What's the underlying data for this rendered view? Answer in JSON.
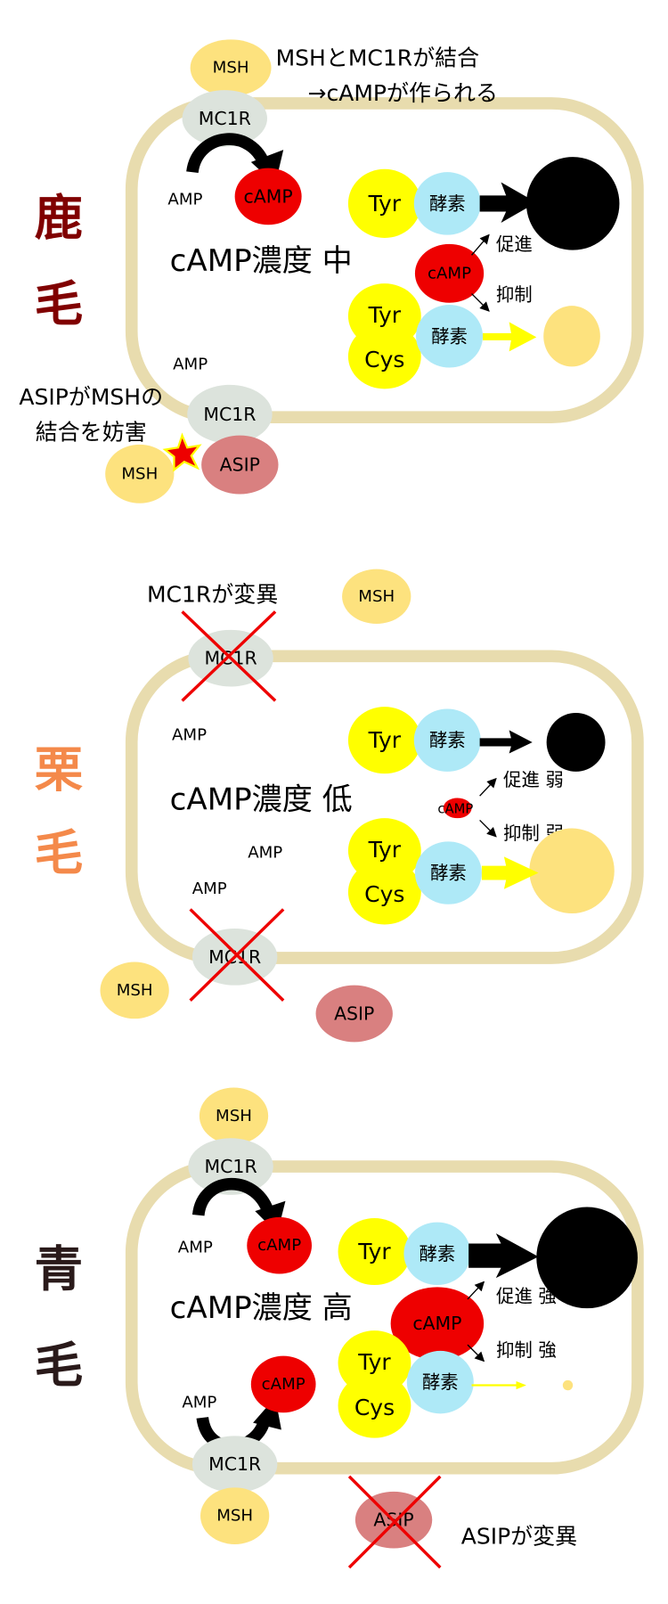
{
  "colors": {
    "membrane": "#e8dcae",
    "msh": "#fde27e",
    "mc1r": "#dce3dc",
    "asip": "#d98080",
    "camp": "#ee0000",
    "tyr": "#ffff00",
    "enzyme": "#aee9f7",
    "eumelanin": "#000000",
    "pheomelanin": "#fde27e"
  },
  "labels": {
    "msh": "MSH",
    "mc1r": "MC1R",
    "asip": "ASIP",
    "amp": "AMP",
    "camp": "cAMP",
    "tyr": "Tyr",
    "cys": "Cys",
    "enzyme": "酵素"
  },
  "panel1": {
    "coat": [
      "鹿",
      "毛"
    ],
    "coat_color": "#800000",
    "note1": "MSHとMC1Rが結合",
    "note2": "→cAMPが作られる",
    "concentration": "cAMP濃度 中",
    "promote": "促進",
    "inhibit": "抑制",
    "asip_note1": "ASIPがMSHの",
    "asip_note2": "結合を妨害"
  },
  "panel2": {
    "coat": [
      "栗",
      "毛"
    ],
    "coat_color": "#f4894a",
    "note": "MC1Rが変異",
    "concentration": "cAMP濃度 低",
    "promote": "促進 弱",
    "inhibit": "抑制 弱"
  },
  "panel3": {
    "coat": [
      "青",
      "毛"
    ],
    "coat_color": "#2a1a1a",
    "note": "ASIPが変異",
    "concentration": "cAMP濃度 高",
    "promote": "促進 強",
    "inhibit": "抑制 強"
  }
}
